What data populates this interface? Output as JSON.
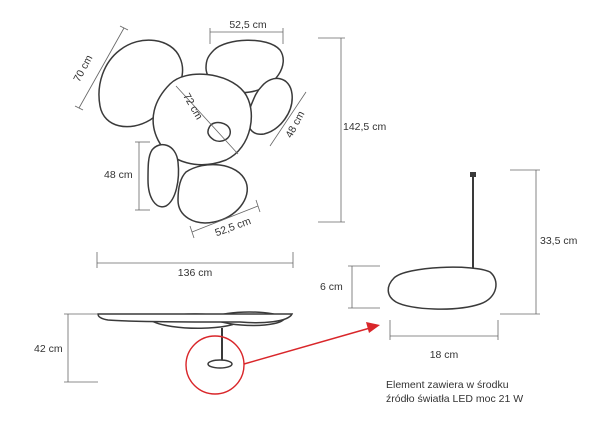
{
  "top_view": {
    "dim_70": "70 cm",
    "dim_52_5_top": "52,5 cm",
    "dim_72": "72 cm",
    "dim_48_right": "48 cm",
    "dim_48_left": "48 cm",
    "dim_52_5_bottom": "52,5 cm",
    "dim_142_5": "142,5 cm",
    "dim_136": "136 cm"
  },
  "side_view": {
    "dim_42": "42 cm"
  },
  "detail": {
    "dim_33_5": "33,5 cm",
    "dim_6": "6 cm",
    "dim_18": "18 cm"
  },
  "note": {
    "line1": "Element zawiera w środku",
    "line2": "źródło światła LED moc 21 W"
  },
  "colors": {
    "arrow": "#d9262a",
    "outline": "#3a3a3a"
  }
}
